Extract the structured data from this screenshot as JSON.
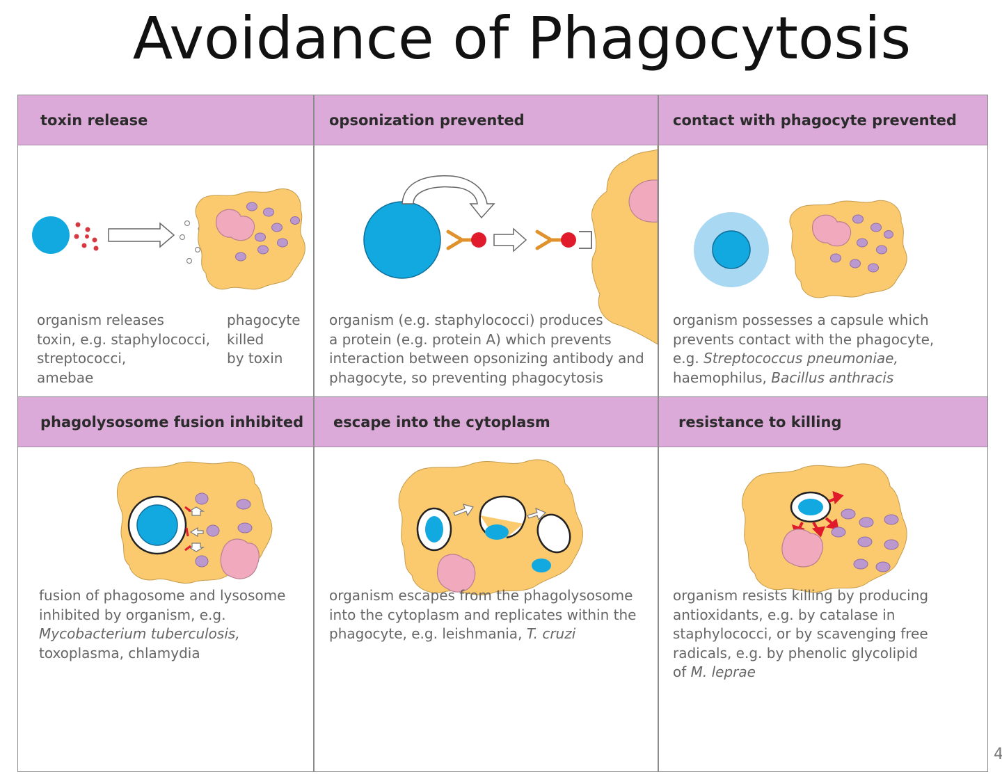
{
  "title": "Avoidance of Phagocytosis",
  "panels": [
    {
      "header": "toxin release",
      "caption_left": [
        "organism releases",
        "toxin, e.g. staphylococci,",
        "streptococci,",
        "amebae"
      ],
      "caption_right": [
        "phagocyte",
        "killed",
        "by toxin"
      ]
    },
    {
      "header": "opsonization prevented",
      "caption": [
        "organism (e.g. staphylococci) produces",
        "a protein (e.g. protein A) which prevents",
        "interaction between opsonizing antibody and",
        "phagocyte, so preventing phagocytosis"
      ]
    },
    {
      "header": "contact with phagocyte prevented",
      "caption": [
        "organism possesses a capsule which",
        "prevents contact with the phagocyte,",
        "e.g. ",
        "Streptococcus pneumoniae,",
        "haemophilus, ",
        "Bacillus anthracis"
      ]
    },
    {
      "header": "phagolysosome fusion inhibited",
      "caption": [
        "fusion of phagosome and lysosome",
        "inhibited by organism, e.g.",
        "Mycobacterium tuberculosis,",
        "toxoplasma, chlamydia"
      ]
    },
    {
      "header": "escape into the cytoplasm",
      "caption": [
        "organism escapes from the phagolysosome",
        "into the cytoplasm and replicates within the",
        "phagocyte, e.g. leishmania, ",
        "T. cruzi"
      ]
    },
    {
      "header": "resistance to killing",
      "caption": [
        "organism resists killing by producing",
        "antioxidants, e.g. by catalase in",
        "staphylococci, or by scavenging free",
        "radicals, e.g. by phenolic glycolipid",
        "of ",
        "M. leprae"
      ]
    }
  ],
  "page_number": "4",
  "colors": {
    "header_bg": "#dcaad8",
    "phagocyte": "#fbc96e",
    "organism": "#12a8e0",
    "nucleus": "#f0a9bd",
    "lysosome": "#bb99cf",
    "capsule": "#a9d8f2",
    "toxin": "#d6383f"
  }
}
